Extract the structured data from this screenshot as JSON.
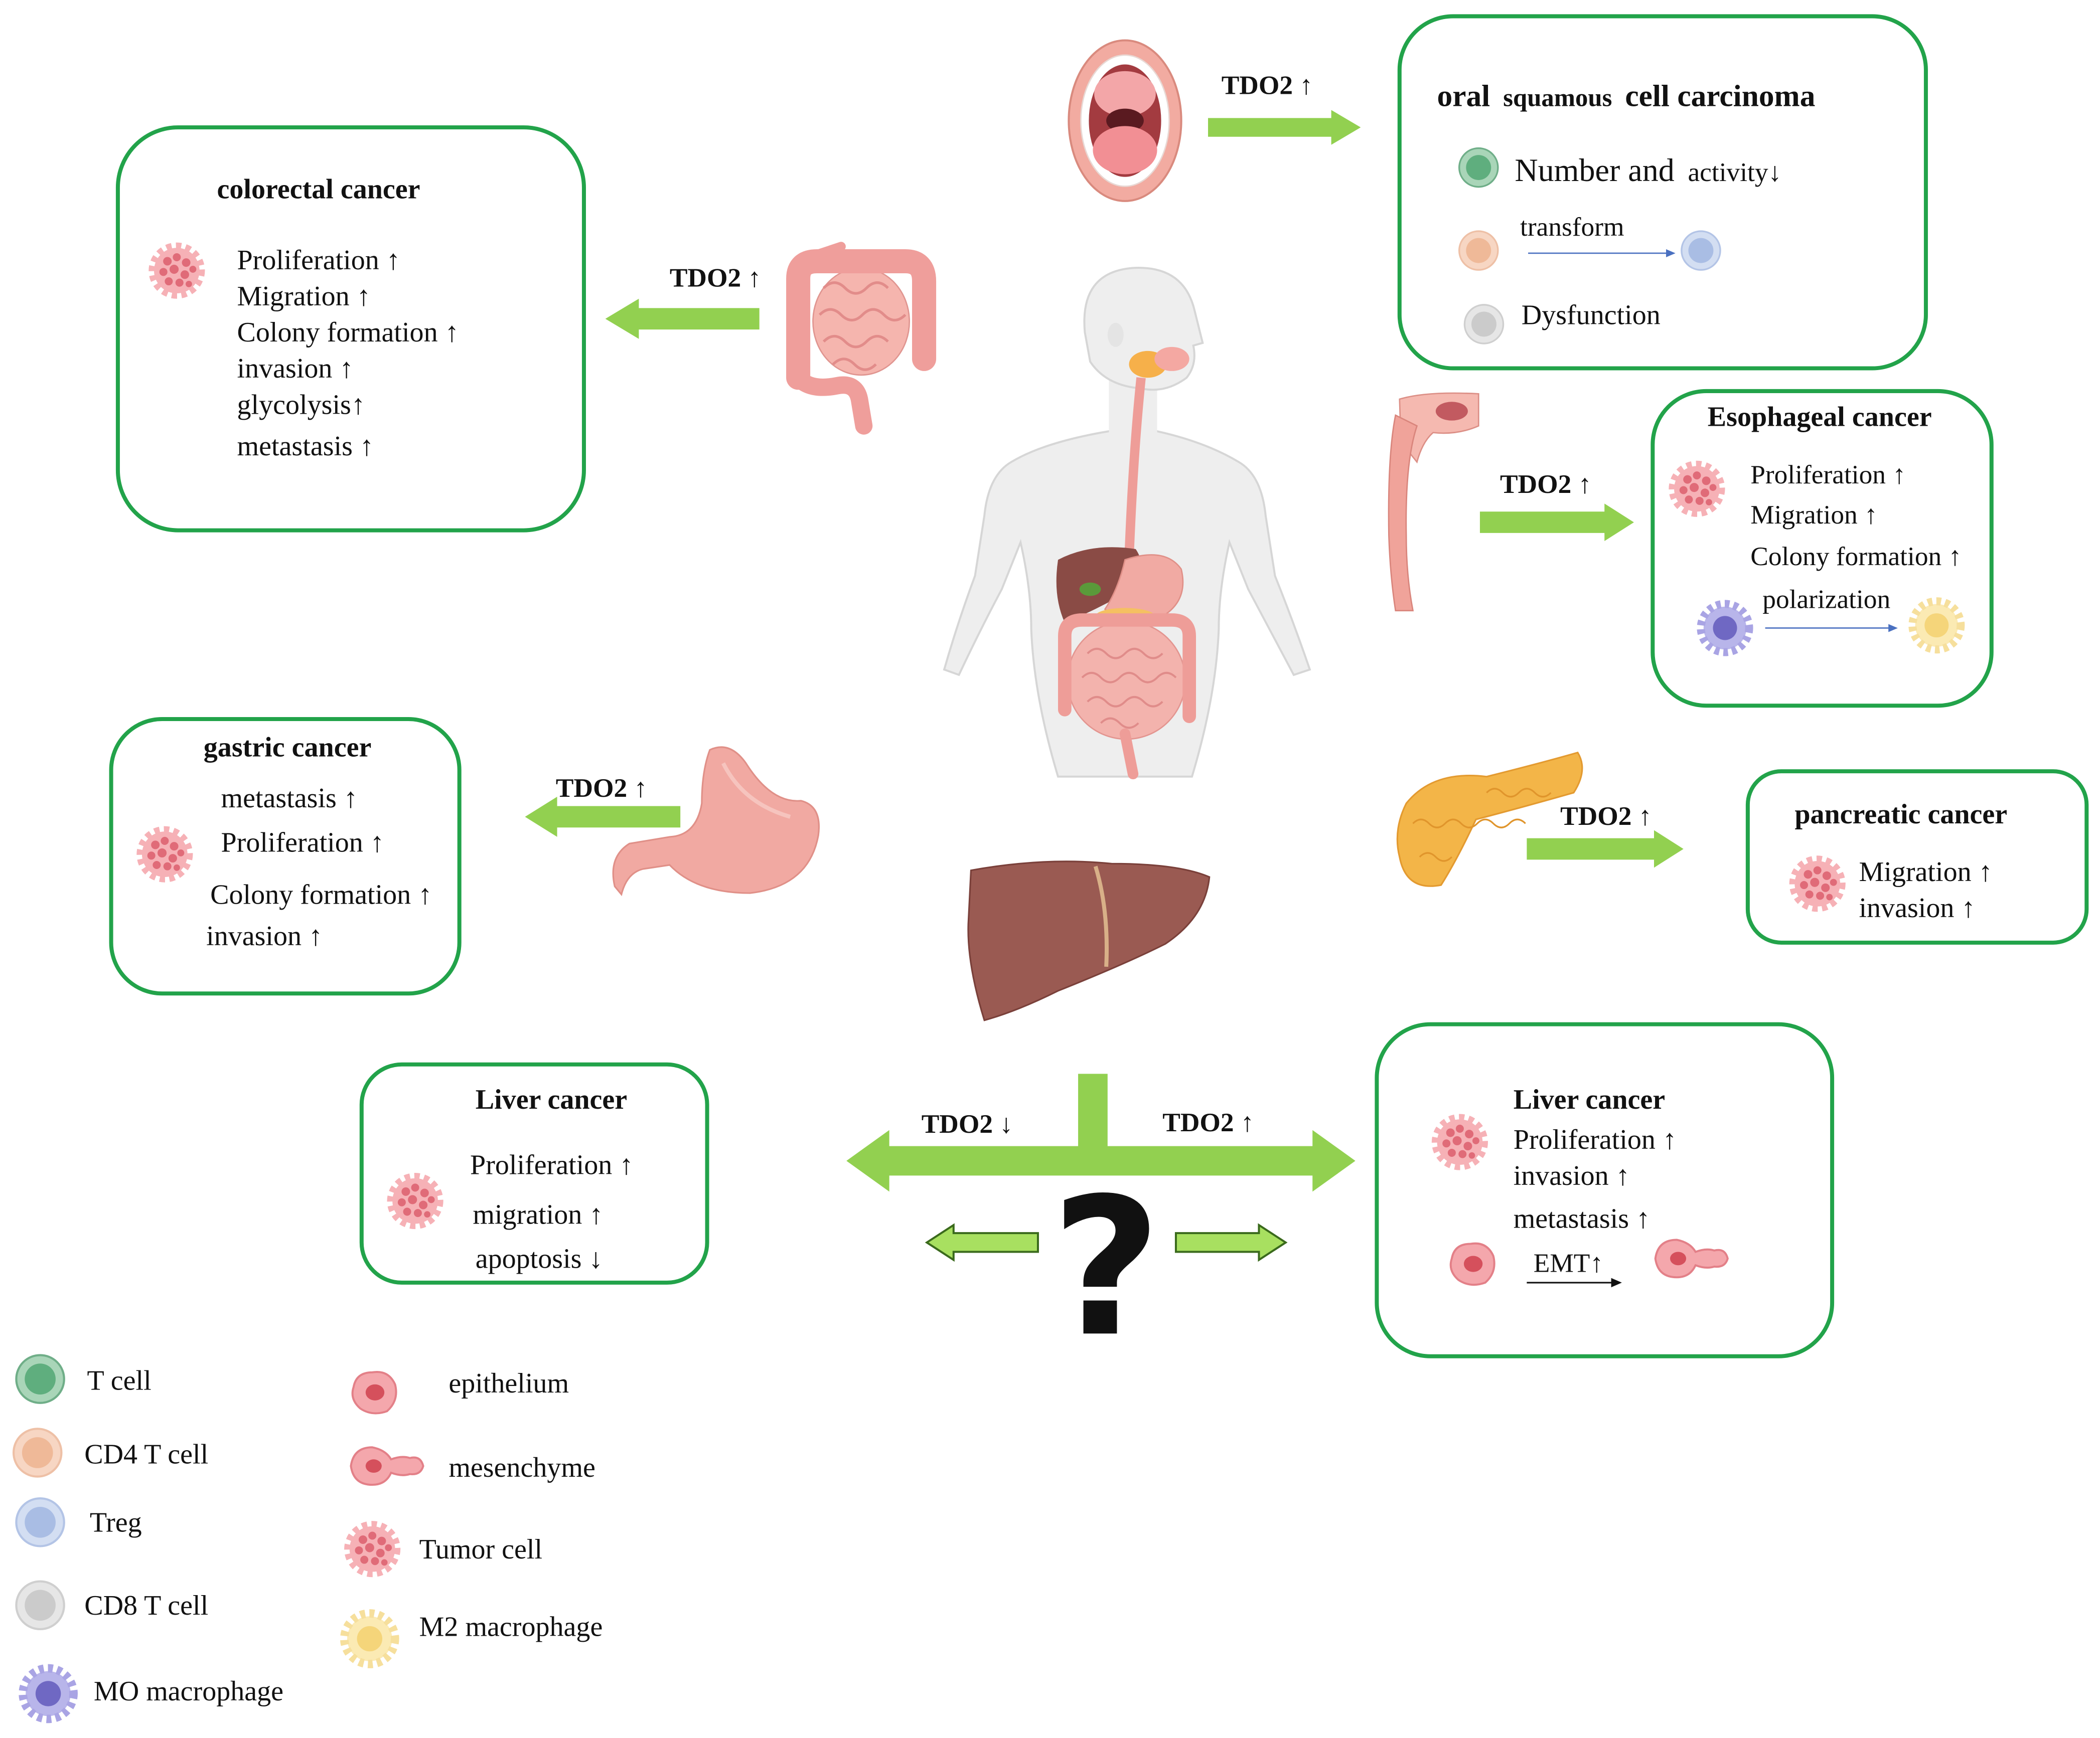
{
  "colors": {
    "box_border": "#22a34a",
    "arrow_green": "#92d050",
    "text": "#111111"
  },
  "oral_scc": {
    "arrow_label": "TDO2 ↑",
    "title": {
      "part1": "oral",
      "part2": "squamous",
      "part3": "cell carcinoma"
    },
    "t_cell_text": {
      "part1": "Number and",
      "part2": "activity↓"
    },
    "transform": "transform",
    "cd8_text": "Dysfunction"
  },
  "colorectal": {
    "arrow_label": "TDO2 ↑",
    "title": "colorectal cancer",
    "items": [
      "Proliferation ↑",
      "Migration ↑",
      "Colony formation ↑",
      "invasion ↑",
      "glycolysis↑",
      "metastasis ↑"
    ]
  },
  "esophageal": {
    "arrow_label": "TDO2 ↑",
    "title": "Esophageal cancer",
    "items": [
      "Proliferation ↑",
      "Migration ↑",
      "Colony formation ↑"
    ],
    "polarization": "polarization"
  },
  "gastric": {
    "arrow_label": "TDO2 ↑",
    "title": "gastric cancer",
    "items": [
      "metastasis ↑",
      "Proliferation ↑",
      "Colony formation ↑",
      "invasion ↑"
    ]
  },
  "pancreatic": {
    "arrow_label": "TDO2 ↑",
    "title": "pancreatic cancer",
    "items": [
      "Migration ↑",
      "invasion ↑"
    ]
  },
  "liver": {
    "down_label": "TDO2 ↓",
    "up_label": "TDO2 ↑",
    "question": "?",
    "left": {
      "title": "Liver cancer",
      "items": [
        "Proliferation ↑",
        "migration ↑",
        "apoptosis ↓"
      ]
    },
    "right": {
      "title": "Liver cancer",
      "items": [
        "Proliferation ↑",
        "invasion ↑",
        "metastasis ↑"
      ],
      "emt": "EMT↑"
    }
  },
  "legend": {
    "immune": [
      {
        "label": "T cell",
        "icon": "t-cell-icon"
      },
      {
        "label": "CD4 T cell",
        "icon": "cd4-t-cell-icon"
      },
      {
        "label": "Treg",
        "icon": "treg-icon"
      },
      {
        "label": "CD8 T cell",
        "icon": "cd8-t-cell-icon"
      },
      {
        "label": "MO macrophage",
        "icon": "m0-macrophage-icon"
      }
    ],
    "tumor": [
      {
        "label": "epithelium",
        "icon": "epithelium-icon"
      },
      {
        "label": "mesenchyme",
        "icon": "mesenchyme-icon"
      },
      {
        "label": "Tumor cell",
        "icon": "tumor-cell-icon"
      },
      {
        "label": "M2 macrophage",
        "icon": "m2-macrophage-icon"
      }
    ]
  }
}
